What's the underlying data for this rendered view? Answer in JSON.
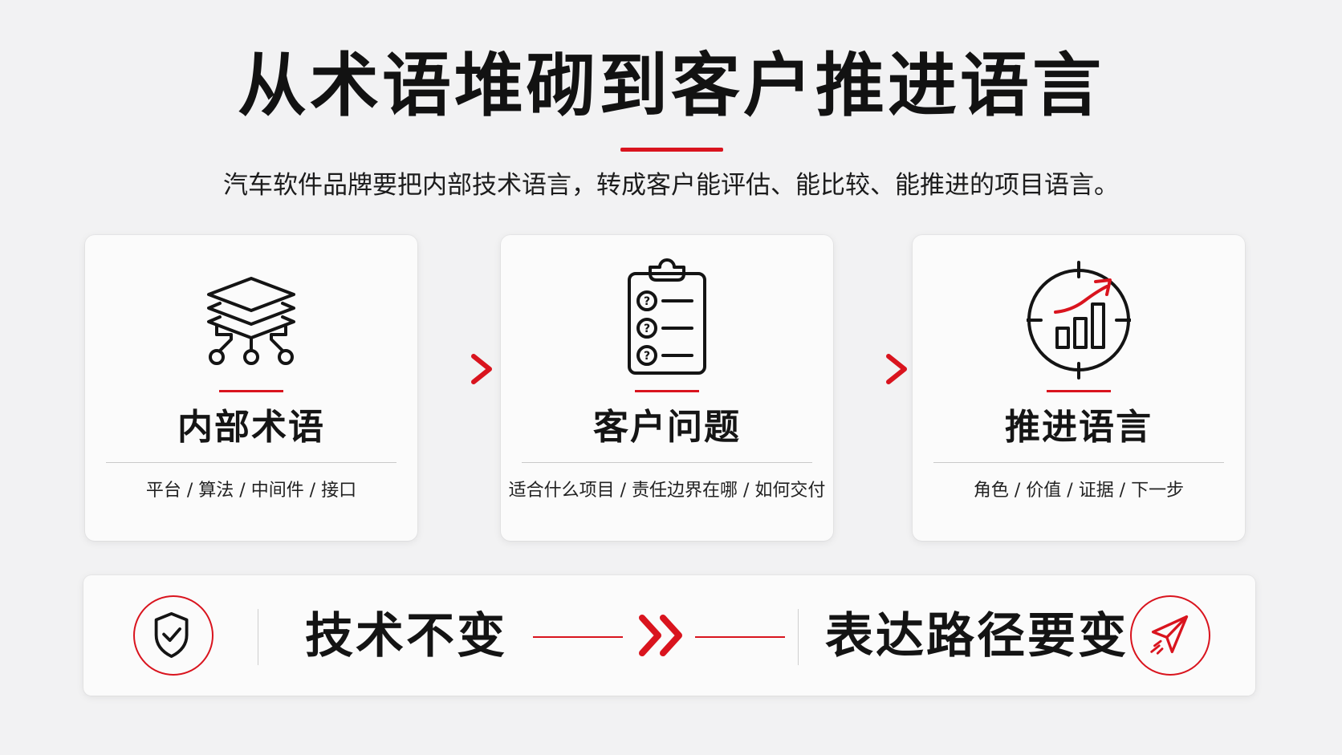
{
  "title": "从术语堆砌到客户推进语言",
  "subtitle": "汽车软件品牌要把内部技术语言，转成客户能评估、能比较、能推进的项目语言。",
  "cards": [
    {
      "icon": "layers-network-icon",
      "title": "内部术语",
      "desc": "平台 / 算法 / 中间件 / 接口"
    },
    {
      "icon": "clipboard-questions-icon",
      "title": "客户问题",
      "desc": "适合什么项目 / 责任边界在哪 / 如何交付"
    },
    {
      "icon": "target-growth-chart-icon",
      "title": "推进语言",
      "desc": "角色 / 价值 / 证据 / 下一步"
    }
  ],
  "banner": {
    "left_icon": "shield-check-icon",
    "left_text": "技术不变",
    "middle_icon": "double-chevron-right-icon",
    "right_text": "表达路径要变",
    "right_icon": "paper-plane-icon"
  },
  "colors": {
    "accent": "#d9141e",
    "text": "#151515",
    "background": "#f2f2f3",
    "card": "#fbfbfb"
  }
}
